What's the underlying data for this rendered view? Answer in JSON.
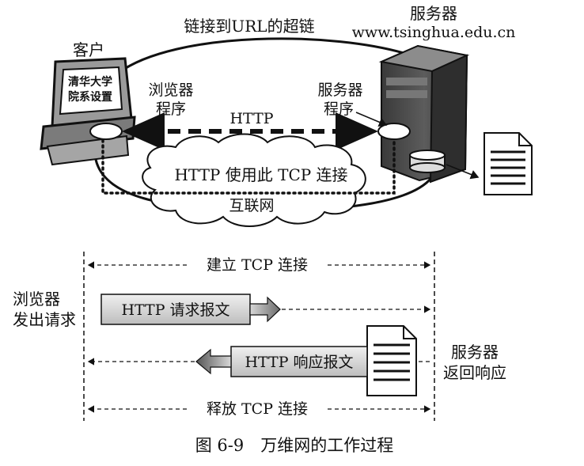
{
  "top": {
    "hyperlink_label": "链接到URL的超链",
    "server_title": "服务器",
    "server_url": "www.tsinghua.edu.cn",
    "client_label": "客户",
    "screen_line1": "清华大学",
    "screen_line2": "院系设置",
    "browser_line1": "浏览器",
    "browser_line2": "程序",
    "server_prog_line1": "服务器",
    "server_prog_line2": "程序",
    "http_label": "HTTP",
    "tcp_label": "HTTP 使用此 TCP 连接",
    "internet_label": "互联网"
  },
  "timeline": {
    "establish_tcp": "建立 TCP 连接",
    "browser_req_line1": "浏览器",
    "browser_req_line2": "发出请求",
    "request_box": "HTTP 请求报文",
    "response_box": "HTTP 响应报文",
    "server_resp_line1": "服务器",
    "server_resp_line2": "返回响应",
    "release_tcp": "释放 TCP 连接"
  },
  "caption": "图 6-9　万维网的工作过程"
}
